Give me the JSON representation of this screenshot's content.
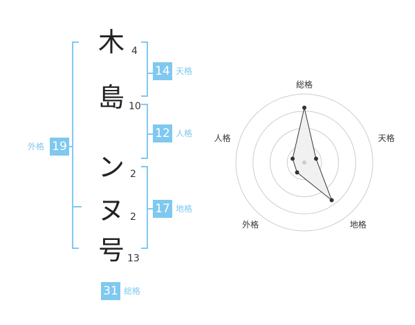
{
  "name": [
    {
      "char": "木",
      "strokes": "4"
    },
    {
      "char": "島",
      "strokes": "10"
    },
    {
      "char": "ン",
      "strokes": "2"
    },
    {
      "char": "ヌ",
      "strokes": "2"
    },
    {
      "char": "号",
      "strokes": "13"
    }
  ],
  "groups": {
    "tenkaku": {
      "label": "天格",
      "value": "14"
    },
    "jinkaku": {
      "label": "人格",
      "value": "12"
    },
    "chikaku": {
      "label": "地格",
      "value": "17"
    },
    "gaikaku": {
      "label": "外格",
      "value": "19"
    },
    "soukaku": {
      "label": "総格",
      "value": "31"
    }
  },
  "chart_data": {
    "type": "radar",
    "axes": [
      "総格",
      "天格",
      "地格",
      "外格",
      "人格"
    ],
    "values": [
      4.0,
      0.9,
      3.4,
      0.9,
      0.9
    ],
    "rmax": 5,
    "rings": 4,
    "colors": {
      "line": "#333333",
      "fill": "#f0f0f0",
      "grid": "#cccccc",
      "point": "#333333"
    }
  }
}
